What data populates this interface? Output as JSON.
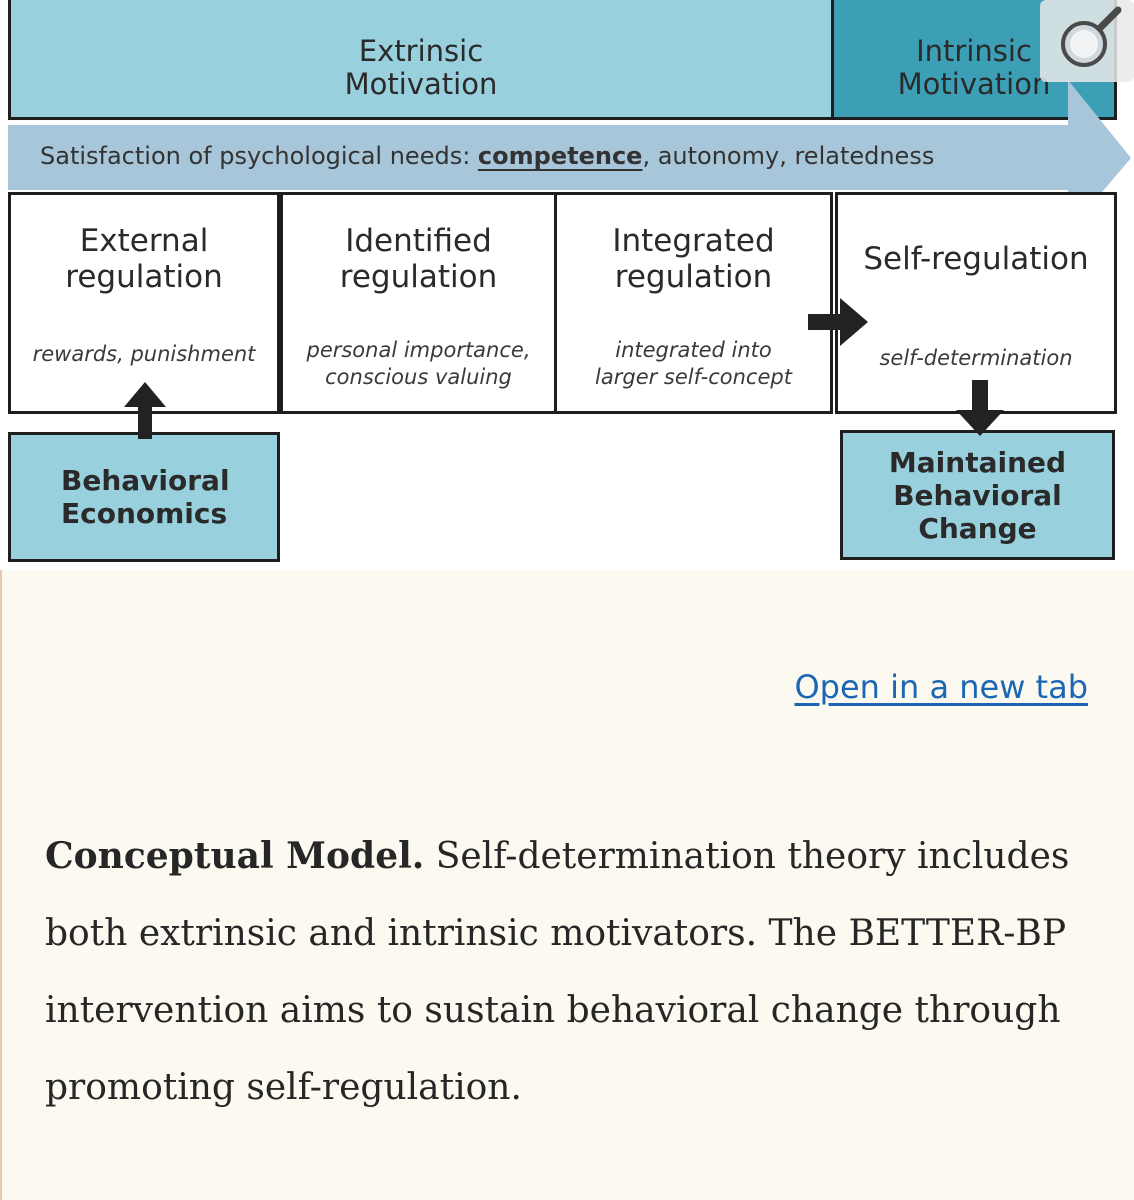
{
  "figure": {
    "motivation": {
      "extrinsic": "Extrinsic\nMotivation",
      "intrinsic": "Intrinsic\nMotivation"
    },
    "needs_band": {
      "prefix": "Satisfaction of psychological needs: ",
      "emphasis": "competence",
      "suffix": ", autonomy, relatedness"
    },
    "regulations": [
      {
        "title": "External\nregulation",
        "desc": "rewards, punishment"
      },
      {
        "title": "Identified\nregulation",
        "desc": "personal importance,\nconscious valuing"
      },
      {
        "title": "Integrated\nregulation",
        "desc": "integrated into\nlarger self-concept"
      },
      {
        "title": "Self-regulation",
        "desc": "self-determination"
      }
    ],
    "outcomes": {
      "behavioral_economics": "Behavioral\nEconomics",
      "maintained_change": "Maintained\nBehavioral\nChange"
    },
    "colors": {
      "extrinsic_fill": "#98d0dd",
      "intrinsic_fill": "#3c9fb6",
      "needs_band_fill": "#a8c6d9",
      "outcome_fill": "#98d0dd"
    }
  },
  "zoom_button": {
    "icon": "magnifier-icon"
  },
  "link": {
    "open_new_tab": "Open in a new tab"
  },
  "caption": {
    "title": "Conceptual Model.",
    "body": " Self-determination theory includes both extrinsic and intrinsic motivators. The BETTER-BP intervention aims to sustain behavioral change through promoting self-regulation."
  }
}
